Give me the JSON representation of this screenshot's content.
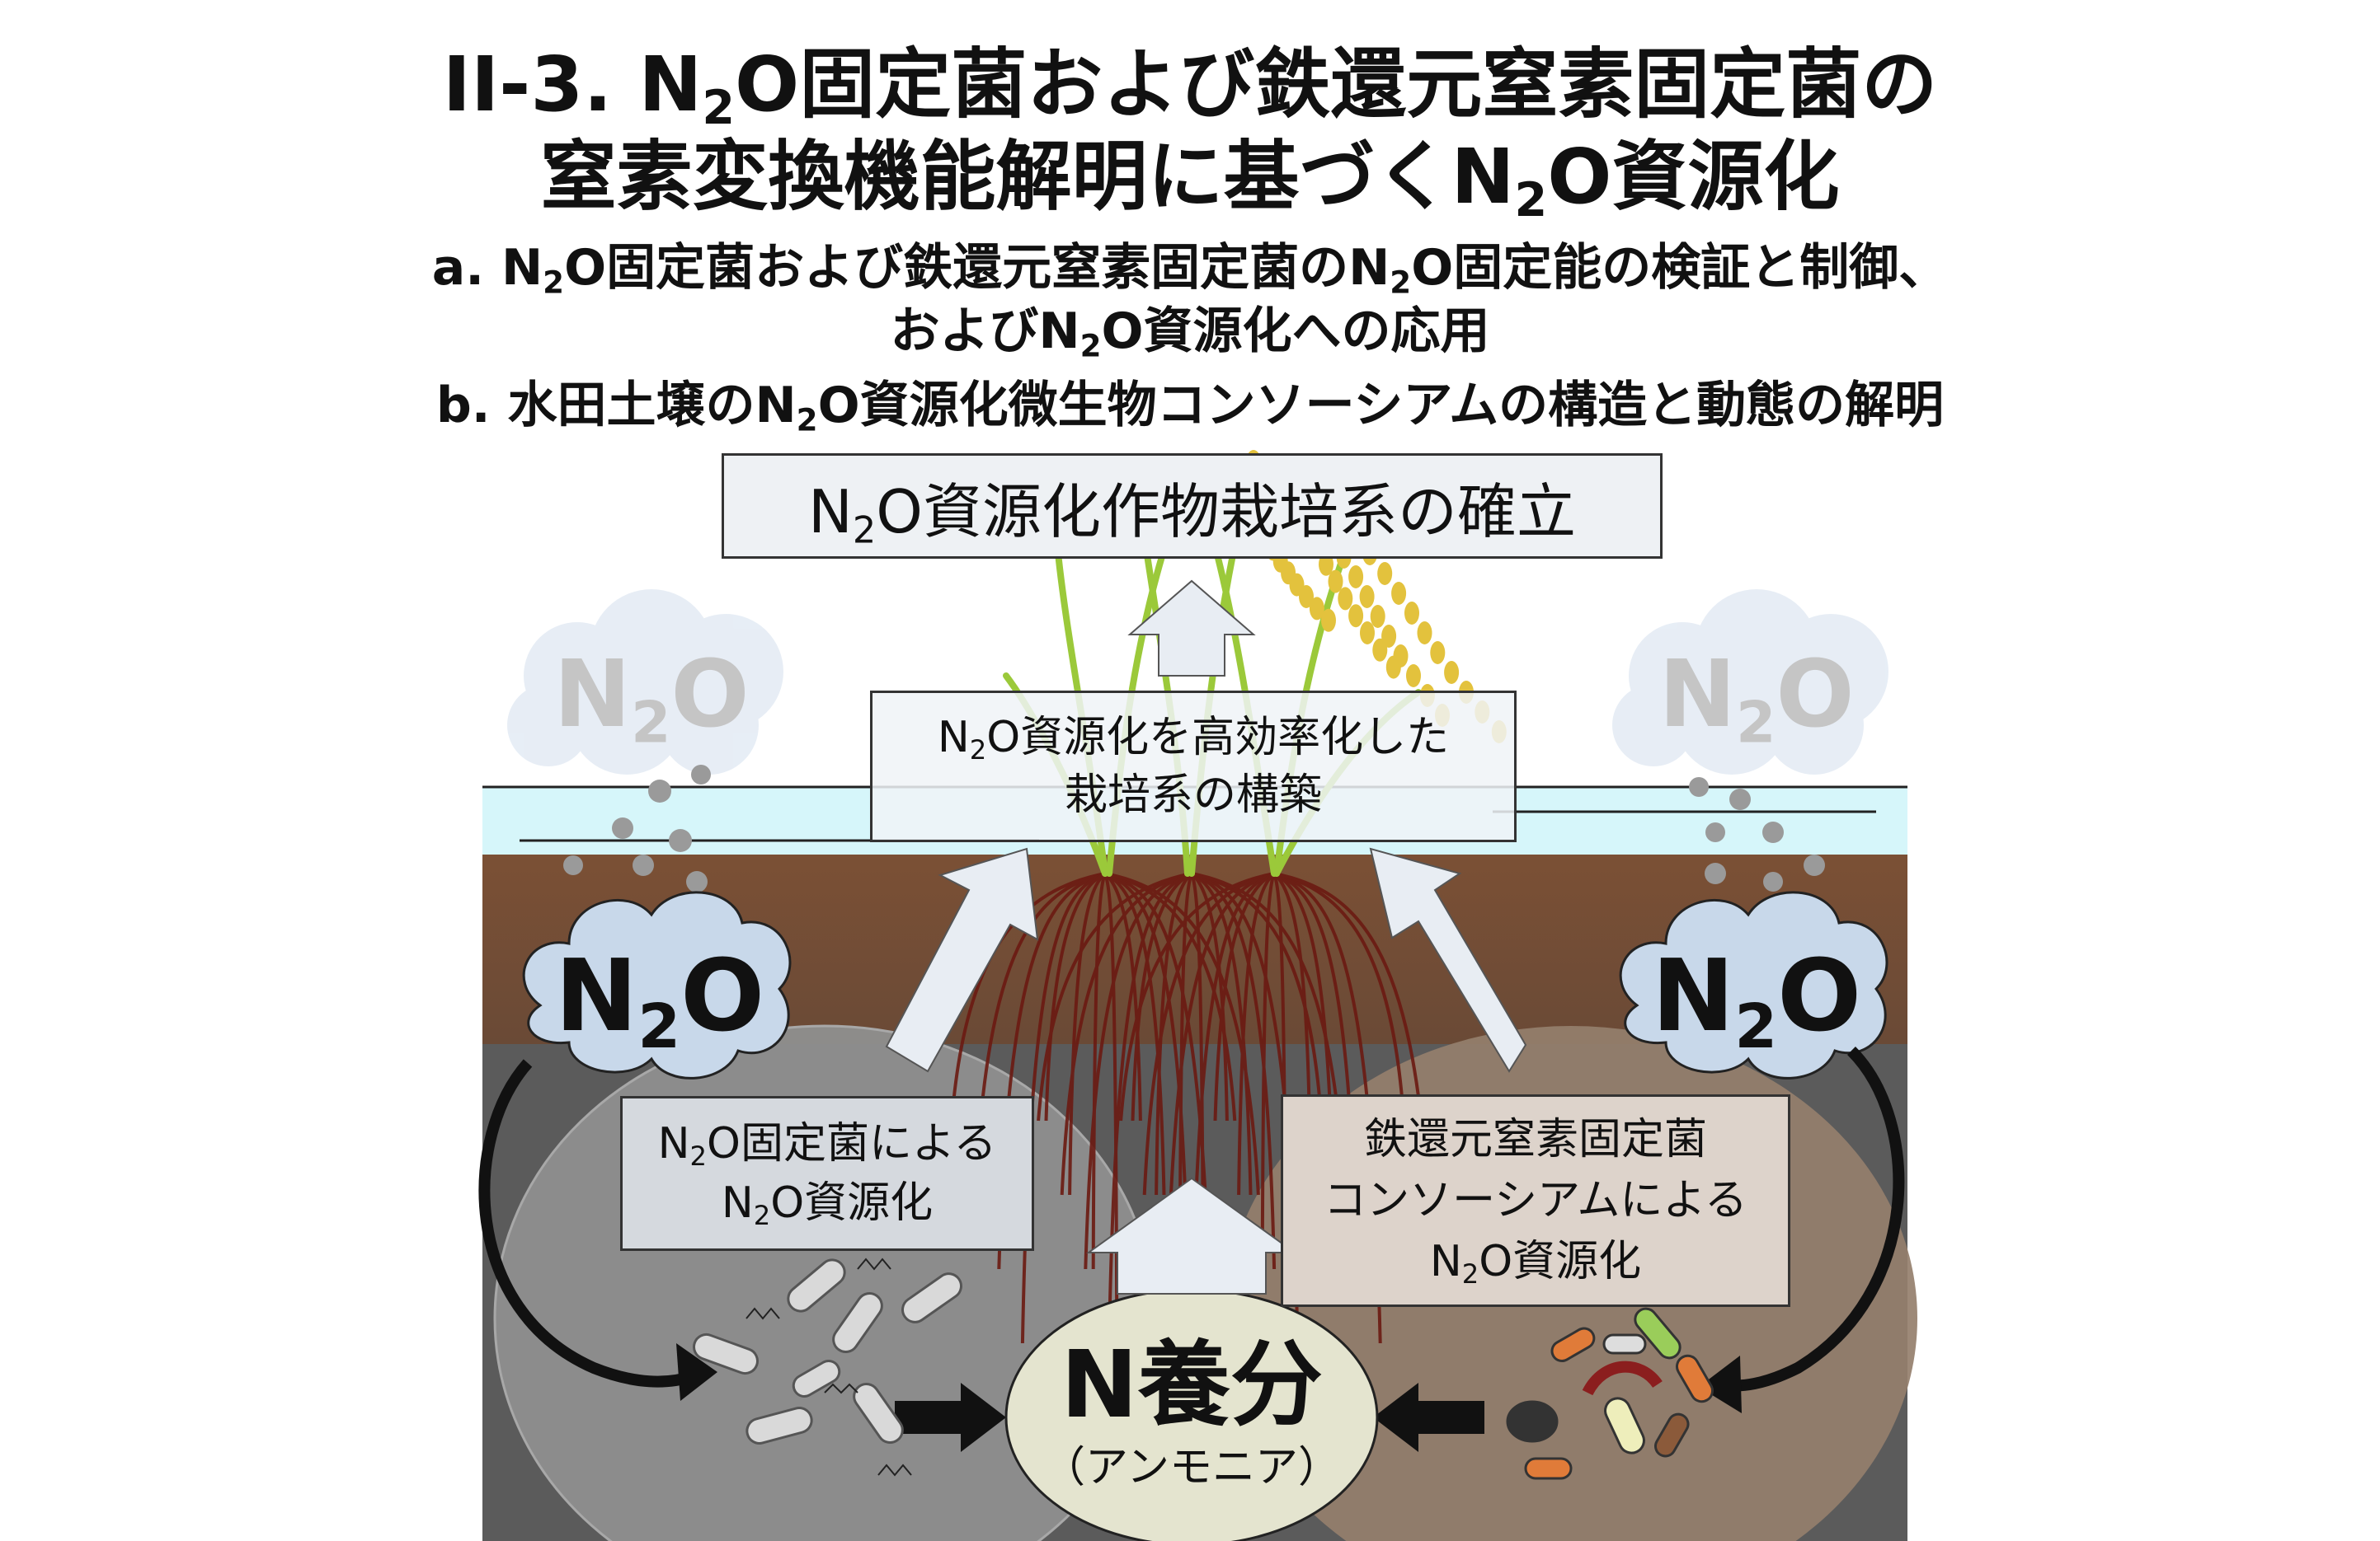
{
  "title": {
    "line1": "II-3. N₂O固定菌および鉄還元窒素固定菌の",
    "line2": "窒素変換機能解明に基づくN₂O資源化"
  },
  "subtitle": {
    "a_line1": "a. N₂O固定菌および鉄還元窒素固定菌のN₂O固定能の検証と制御、",
    "a_line2": "およびN₂O資源化への応用",
    "b": "b. 水田土壌のN₂O資源化微生物コンソーシアムの構造と動態の解明"
  },
  "goal_box": "N₂O資源化作物栽培系の確立",
  "center_box": {
    "line1": "N₂O資源化を高効率化した",
    "line2": "栽培系の構築"
  },
  "left_box": {
    "line1": "N₂O固定菌による",
    "line2": "N₂O資源化"
  },
  "right_box": {
    "line1": "鉄還元窒素固定菌",
    "line2": "コンソーシアムによる",
    "line3": "N₂O資源化"
  },
  "clouds": {
    "faded_left": "N₂O",
    "faded_right": "N₂O",
    "soil_left": "N₂O",
    "soil_right": "N₂O"
  },
  "nutrient": {
    "label": "N養分",
    "sub": "（アンモニア）"
  },
  "colors": {
    "water": "#d6f6fa",
    "soil_top": "#7a4f34",
    "soil_deep": "#5b5b5b",
    "grain": "#e7c73a",
    "cloud": "#c8d8ea"
  }
}
